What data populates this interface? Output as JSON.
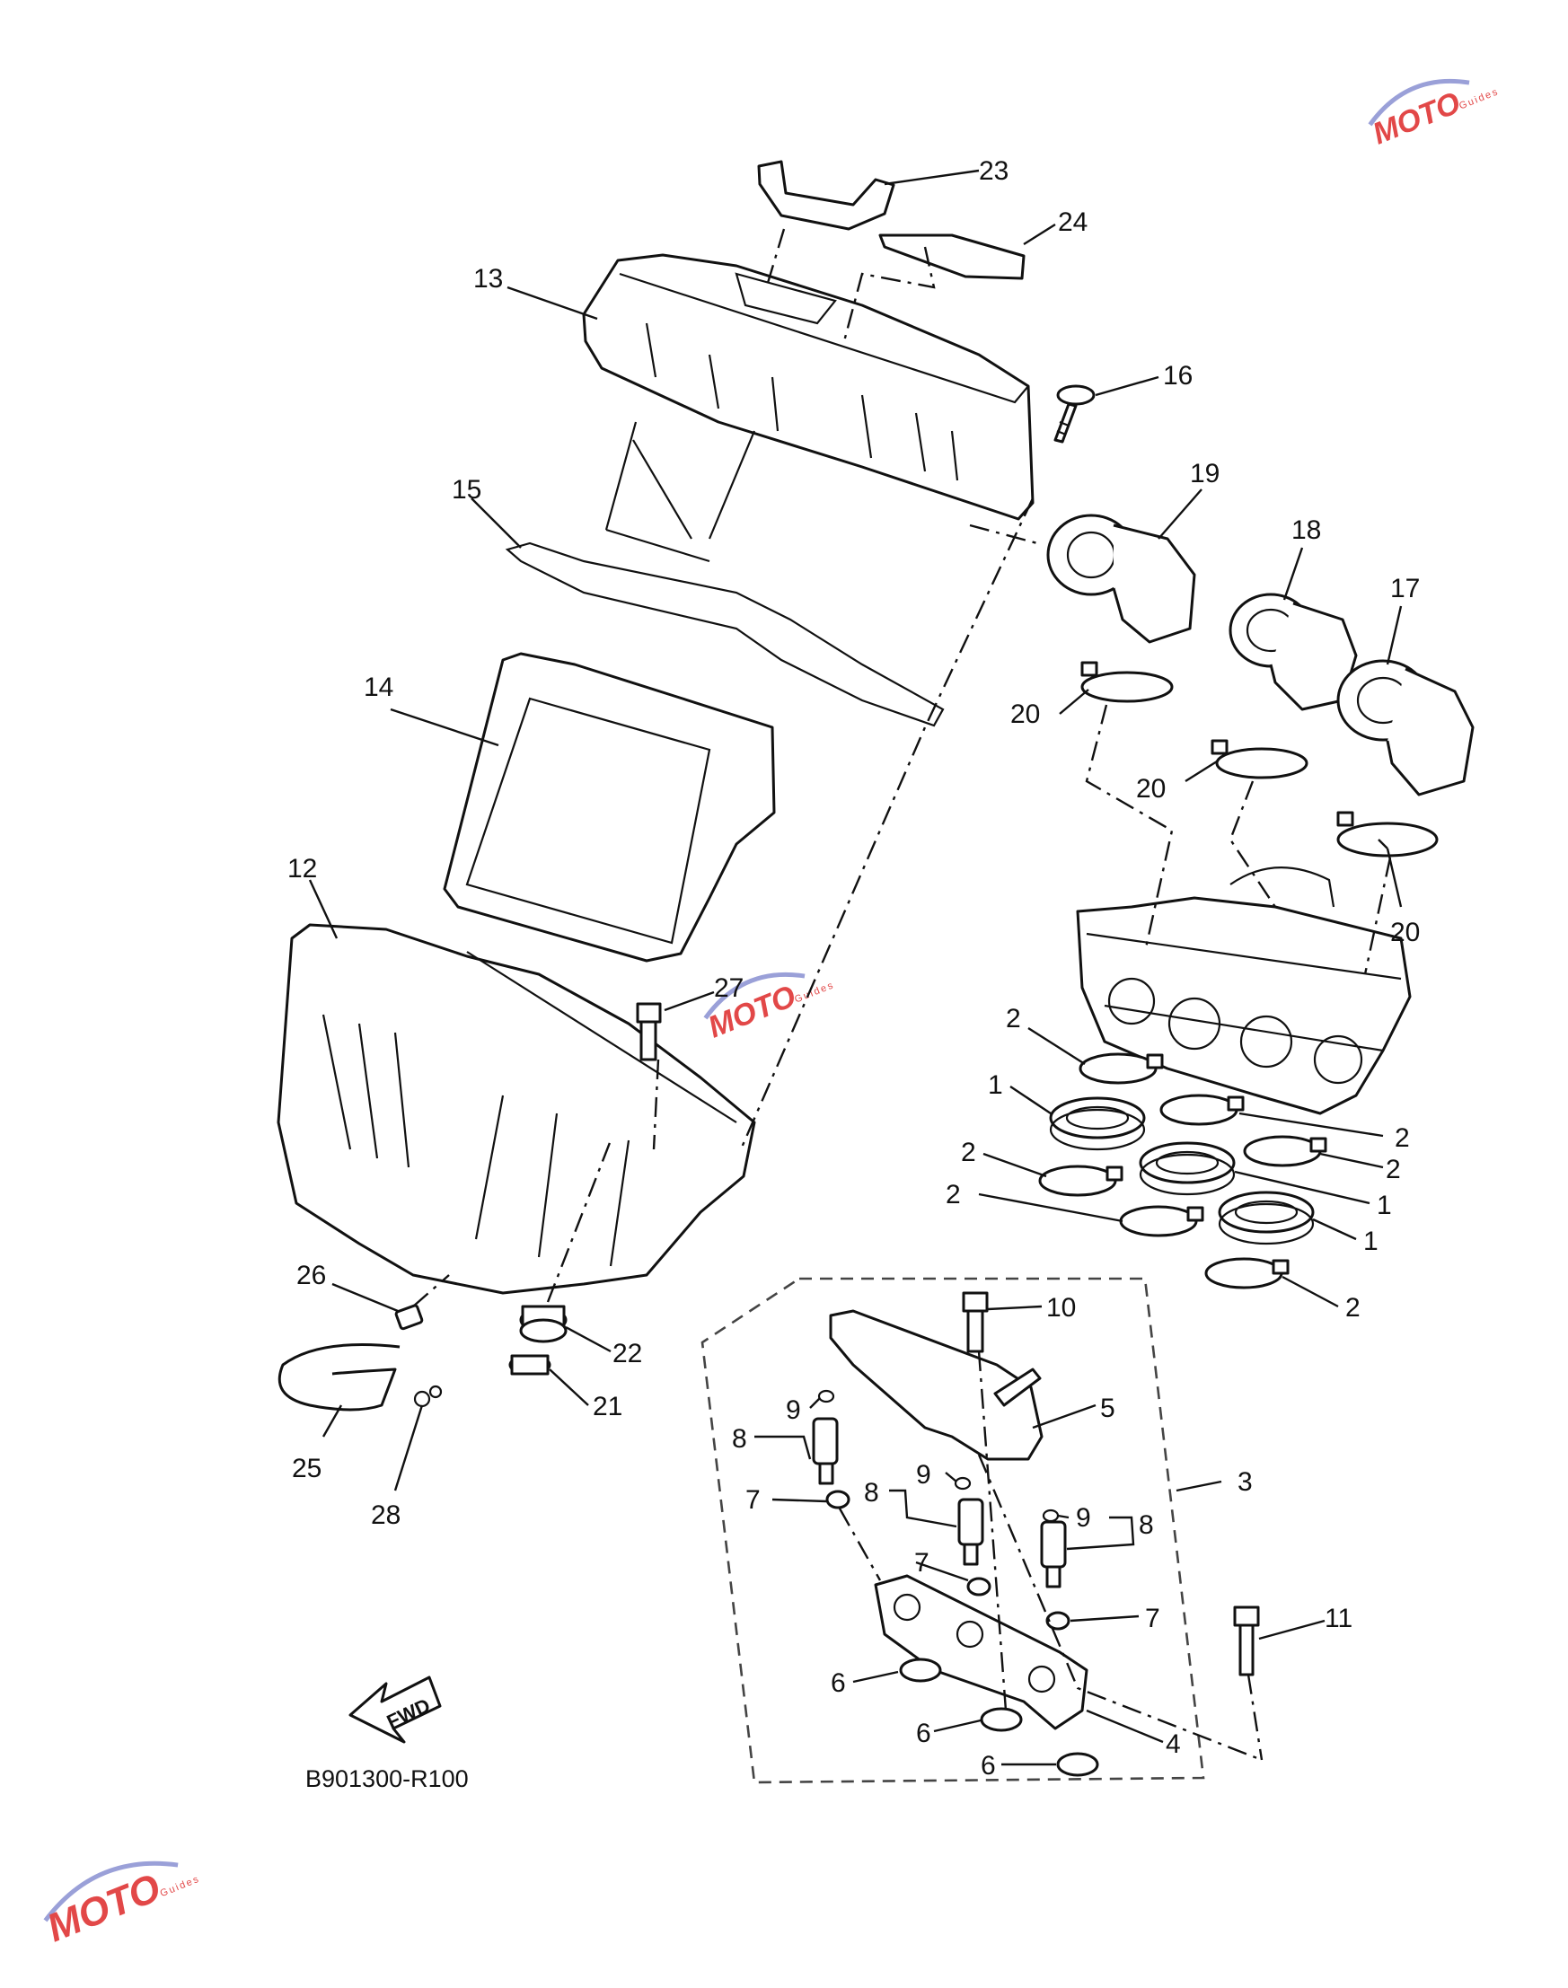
{
  "diagram": {
    "drawing_code": "B901300-R100",
    "forward_label": "FWD",
    "watermark": {
      "brand": "MOTO",
      "sub": "Guides",
      "color": "#e24848"
    },
    "callouts": [
      {
        "id": "c23",
        "label": "23"
      },
      {
        "id": "c24",
        "label": "24"
      },
      {
        "id": "c13",
        "label": "13"
      },
      {
        "id": "c16",
        "label": "16"
      },
      {
        "id": "c15",
        "label": "15"
      },
      {
        "id": "c19",
        "label": "19"
      },
      {
        "id": "c18",
        "label": "18"
      },
      {
        "id": "c17",
        "label": "17"
      },
      {
        "id": "c14",
        "label": "14"
      },
      {
        "id": "c20a",
        "label": "20"
      },
      {
        "id": "c20b",
        "label": "20"
      },
      {
        "id": "c20c",
        "label": "20"
      },
      {
        "id": "c12",
        "label": "12"
      },
      {
        "id": "c27",
        "label": "27"
      },
      {
        "id": "c2a",
        "label": "2"
      },
      {
        "id": "c1a",
        "label": "1"
      },
      {
        "id": "c2b",
        "label": "2"
      },
      {
        "id": "c2c",
        "label": "2"
      },
      {
        "id": "c2d",
        "label": "2"
      },
      {
        "id": "c1b",
        "label": "1"
      },
      {
        "id": "c2e",
        "label": "2"
      },
      {
        "id": "c1c",
        "label": "1"
      },
      {
        "id": "c2f",
        "label": "2"
      },
      {
        "id": "c26",
        "label": "26"
      },
      {
        "id": "c22",
        "label": "22"
      },
      {
        "id": "c21",
        "label": "21"
      },
      {
        "id": "c25",
        "label": "25"
      },
      {
        "id": "c28",
        "label": "28"
      },
      {
        "id": "c10",
        "label": "10"
      },
      {
        "id": "c5",
        "label": "5"
      },
      {
        "id": "c3",
        "label": "3"
      },
      {
        "id": "c9a",
        "label": "9"
      },
      {
        "id": "c8a",
        "label": "8"
      },
      {
        "id": "c9b",
        "label": "9"
      },
      {
        "id": "c8b",
        "label": "8"
      },
      {
        "id": "c9c",
        "label": "9"
      },
      {
        "id": "c8c",
        "label": "8"
      },
      {
        "id": "c7a",
        "label": "7"
      },
      {
        "id": "c7b",
        "label": "7"
      },
      {
        "id": "c7c",
        "label": "7"
      },
      {
        "id": "c11",
        "label": "11"
      },
      {
        "id": "c6a",
        "label": "6"
      },
      {
        "id": "c6b",
        "label": "6"
      },
      {
        "id": "c6c",
        "label": "6"
      },
      {
        "id": "c4",
        "label": "4"
      }
    ]
  }
}
